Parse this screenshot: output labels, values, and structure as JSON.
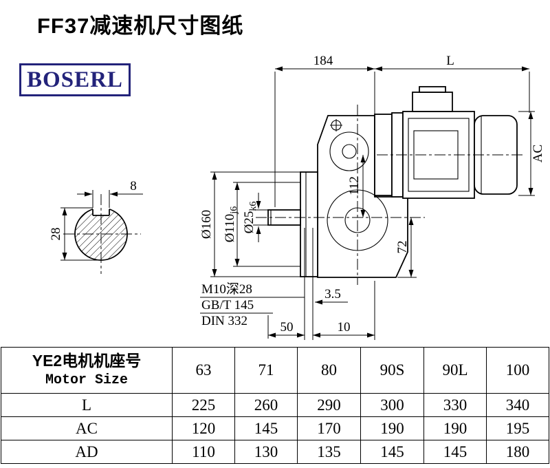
{
  "page": {
    "title": "FF37减速机尺寸图纸"
  },
  "logo": {
    "text": "BOSERL",
    "color": "#23237a"
  },
  "drawing": {
    "dim_184": "184",
    "dim_L": "L",
    "dim_AC": "AC",
    "dia_160": "Ø160",
    "dia_110": {
      "main": "Ø110",
      "tol": "j6"
    },
    "dia_25": {
      "main": "Ø25",
      "tol": "k6"
    },
    "dim_112": "112",
    "dim_72": "72",
    "key_width": "8",
    "shaft_height": "28",
    "note_tap": "M10深28",
    "note_gb": "GB/T 145",
    "note_din": "DIN 332",
    "dim_3_5": "3.5",
    "dim_50": "50",
    "dim_10": "10"
  },
  "table": {
    "header": {
      "line1": "YE2电机机座号",
      "line2": "Motor Size"
    },
    "columns": [
      "63",
      "71",
      "80",
      "90S",
      "90L",
      "100"
    ],
    "rows": [
      {
        "label": "L",
        "values": [
          "225",
          "260",
          "290",
          "300",
          "330",
          "340"
        ]
      },
      {
        "label": "AC",
        "values": [
          "120",
          "145",
          "170",
          "190",
          "190",
          "195"
        ]
      },
      {
        "label": "AD",
        "values": [
          "110",
          "130",
          "135",
          "145",
          "145",
          "180"
        ]
      }
    ]
  }
}
